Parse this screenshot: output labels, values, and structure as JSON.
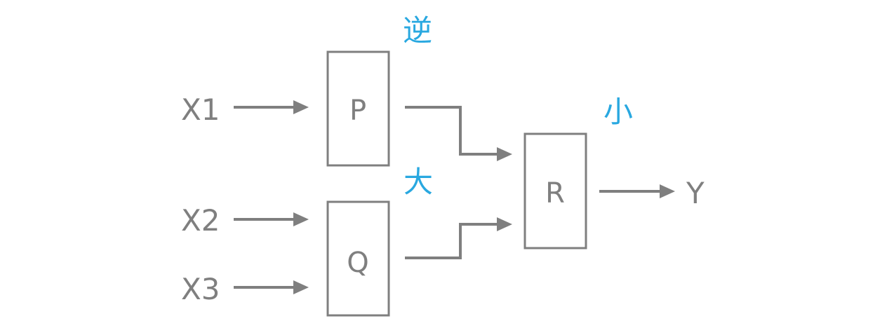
{
  "inputs": {
    "x1": "X1",
    "x2": "X2",
    "x3": "X3"
  },
  "output": "Y",
  "blocks": {
    "p": "P",
    "q": "Q",
    "r": "R"
  },
  "annotations": {
    "p": "逆",
    "q": "大",
    "r": "小"
  },
  "colors": {
    "line": "#7f7f7f",
    "annotation": "#29a8e0"
  }
}
